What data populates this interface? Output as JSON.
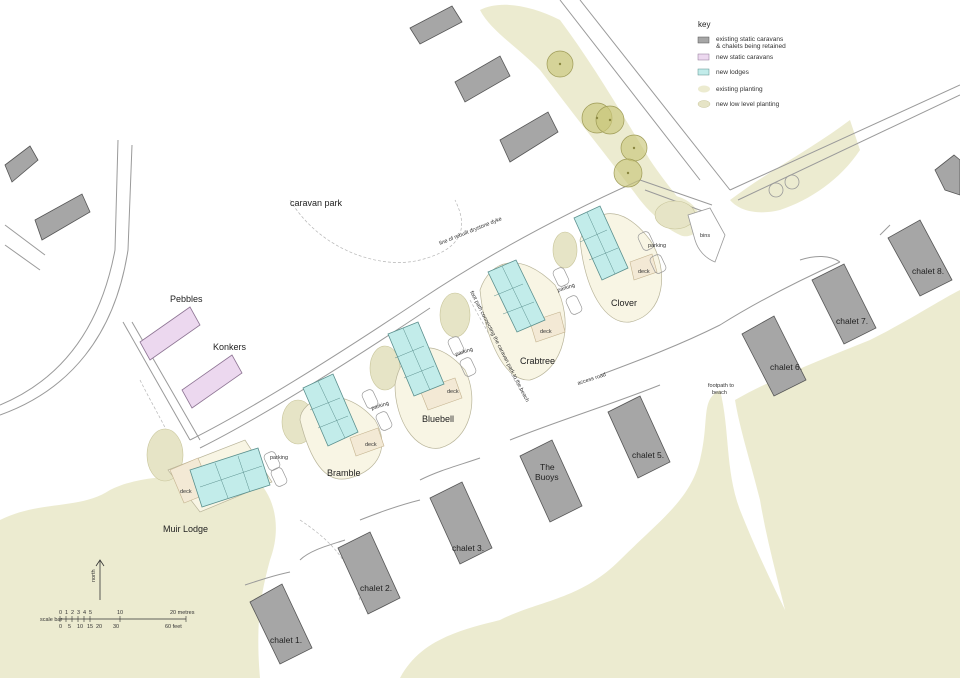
{
  "colors": {
    "existing": "#a6a6a6",
    "static_new": "#ecd8ef",
    "lodge": "#c2ecea",
    "planting": "#ecebd0",
    "low_planting": "#e6e4c6",
    "tree": "#c9c67a",
    "deck": "#f3e9d5",
    "line": "#9a9a9a"
  },
  "key": {
    "title": "key",
    "items": [
      {
        "label": "existing static caravans",
        "label2": "& chalets being retained"
      },
      {
        "label": "new static caravans",
        "label2": ""
      },
      {
        "label": "new lodges",
        "label2": ""
      },
      {
        "label": "existing planting",
        "label2": ""
      },
      {
        "label": "new low level planting",
        "label2": ""
      }
    ]
  },
  "labels": {
    "caravan_park": "caravan park",
    "pebbles": "Pebbles",
    "konkers": "Konkers",
    "muir_lodge": "Muir Lodge",
    "bramble": "Bramble",
    "bluebell": "Bluebell",
    "crabtree": "Crabtree",
    "clover": "Clover",
    "the_buoys_1": "The",
    "the_buoys_2": "Buoys",
    "chalet1": "chalet 1.",
    "chalet2": "chalet 2.",
    "chalet3": "chalet 3.",
    "chalet5": "chalet 5.",
    "chalet6": "chalet 6.",
    "chalet7": "chalet 7.",
    "chalet8": "chalet 8.",
    "access_road": "access road",
    "footpath1": "footpath to",
    "footpath2": "beach",
    "bins": "bins",
    "parking": "parking",
    "deck": "deck",
    "north": "north",
    "drystone": "line of rebuilt drystone dyke",
    "footpath_diag": "foot path connecting the caravan park to the beach"
  },
  "scale_bar": {
    "label": "scale bar",
    "metres_ticks": [
      "0",
      "1",
      "2",
      "3",
      "4",
      "5",
      "10",
      "20 metres"
    ],
    "feet_ticks": [
      "0",
      "5",
      "10",
      "15",
      "20",
      "30",
      "60 feet"
    ]
  }
}
